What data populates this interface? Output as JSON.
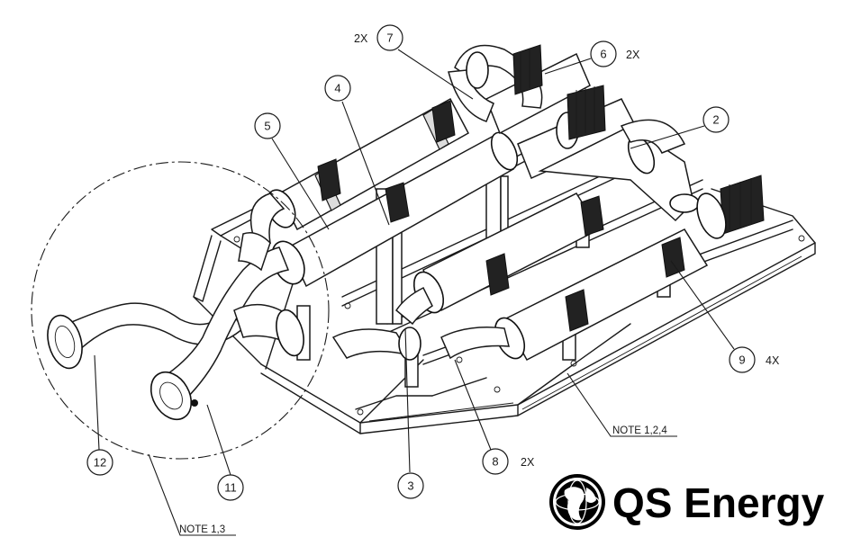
{
  "balloons": [
    {
      "id": "b1",
      "label": "2",
      "qty": ""
    },
    {
      "id": "b2",
      "label": "3",
      "qty": ""
    },
    {
      "id": "b3",
      "label": "4",
      "qty": ""
    },
    {
      "id": "b4",
      "label": "5",
      "qty": ""
    },
    {
      "id": "b5",
      "label": "6",
      "qty": "2X"
    },
    {
      "id": "b6",
      "label": "7",
      "qty": "2X"
    },
    {
      "id": "b7",
      "label": "8",
      "qty": "2X"
    },
    {
      "id": "b8",
      "label": "9",
      "qty": "4X"
    },
    {
      "id": "b9",
      "label": "11",
      "qty": ""
    },
    {
      "id": "b10",
      "label": "12",
      "qty": ""
    }
  ],
  "notes": {
    "note_a": "NOTE 1,2,4",
    "note_b": "NOTE 1,3"
  },
  "logo": {
    "text": "QS Energy",
    "icon": "globe-icon"
  }
}
